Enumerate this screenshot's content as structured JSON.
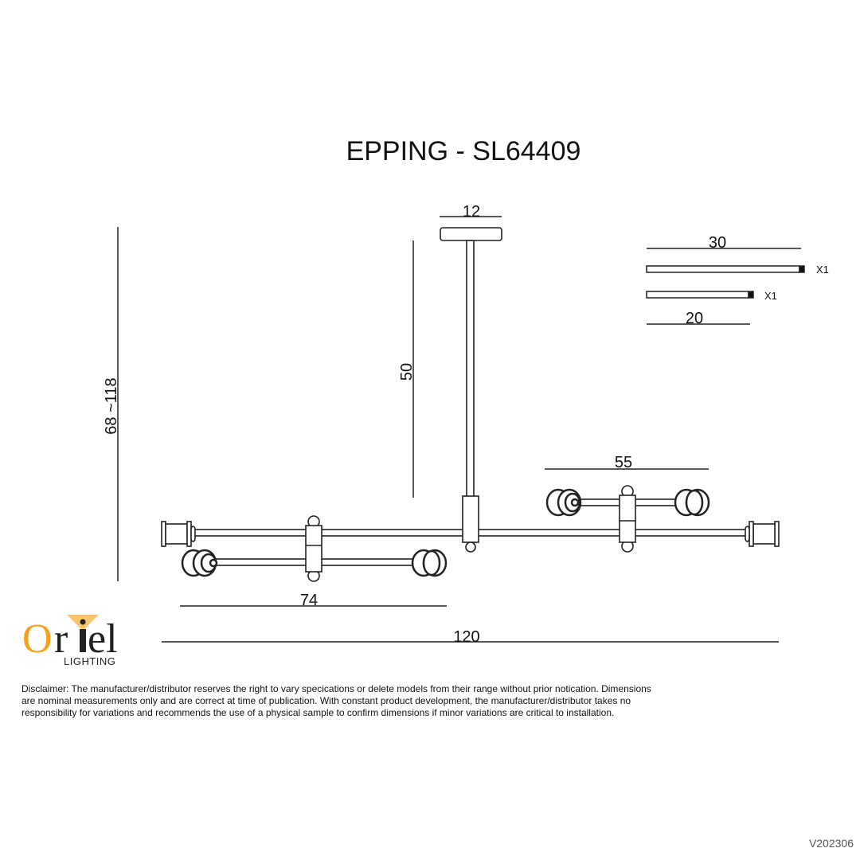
{
  "title": "EPPING - SL64409",
  "dimensions": {
    "canopy_width": "12",
    "stem_length": "50",
    "overall_height": "68 ~118",
    "upper_arm_width": "55",
    "lower_arm_width": "74",
    "overall_width": "120",
    "rod_long": "30",
    "rod_short": "20"
  },
  "accessories": {
    "rod_long_qty": "X1",
    "rod_short_qty": "X1"
  },
  "logo": {
    "name": "Oriel",
    "sub": "LIGHTING"
  },
  "colors": {
    "brand_orange": "#f5a01a",
    "line": "#222222"
  },
  "disclaimer": "Disclaimer: The manufacturer/distributor reserves the right to vary specications or delete models from their range without prior notication. Dimensions are nominal measurements only and are correct at time of publication. With constant product development, the manufacturer/distributor takes no responsibility for variations and recommends the use of a physical sample to confirm dimensions if minor variations are critical to installation.",
  "version": "V202306"
}
